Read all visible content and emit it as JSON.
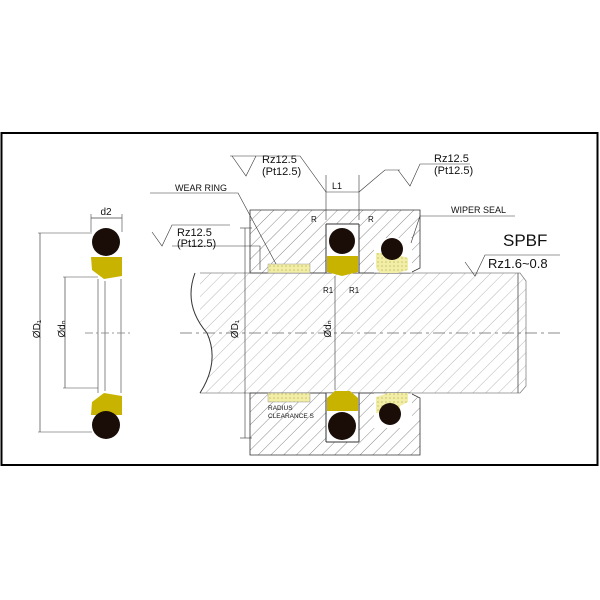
{
  "title": "SPBF",
  "surface_finish_main": "Rz1.6~0.8",
  "labels": {
    "wear_ring": "WEAR RING",
    "wiper_seal": "WIPER SEAL",
    "radius_clearance_1": "RADIUS",
    "radius_clearance_2": "CLEARANCE S",
    "rz_left_1": "Rz12.5",
    "rz_left_2": "(Pt12.5)",
    "rz_top_1": "Rz12.5",
    "rz_top_2": "(Pt12.5)",
    "rz_right_1": "Rz12.5",
    "rz_right_2": "(Pt12.5)",
    "l1": "L1",
    "r_left": "R",
    "r_right": "R",
    "r1_left": "R1",
    "r1_right": "R1",
    "d2": "d2",
    "od1_ring": "ØD₁",
    "odn_ring": "Ødₙ",
    "od1_main": "ØD₁",
    "odn_main": "Ødₙ"
  },
  "colors": {
    "seal_yellow": "#c8b400",
    "oring": "#1a0d08",
    "wear_ring": "#f0eba0"
  }
}
